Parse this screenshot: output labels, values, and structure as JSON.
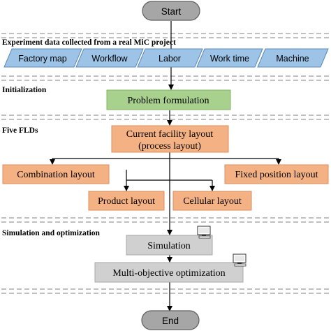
{
  "start_label": "Start",
  "end_label": "End",
  "sections": {
    "experiment": "Experiment data collected from a real MiC project",
    "initialization": "Initialization",
    "flds": "Five FLDs",
    "simulation": "Simulation and optimization"
  },
  "data_inputs": [
    "Factory map",
    "Workflow",
    "Labor",
    "Work time",
    "Machine"
  ],
  "problem_formulation": "Problem formulation",
  "current_layout": {
    "line1": "Current facility layout",
    "line2": "(process layout)"
  },
  "layouts": {
    "combination": "Combination  layout",
    "fixed_position": "Fixed position layout",
    "product": "Product layout",
    "cellular": "Cellular layout"
  },
  "simulation": "Simulation",
  "optimization": "Multi-objective optimization",
  "colors": {
    "terminal_fill": "#a6a6a6",
    "data_fill": "#9dc3e6",
    "data_stroke": "#5b89b8",
    "problem_fill": "#a9d18e",
    "layout_fill": "#f4b183",
    "process_fill": "#d0d0d0",
    "divider": "#9a9a9a"
  },
  "icons": [
    "computer-icon",
    "computer-icon"
  ]
}
